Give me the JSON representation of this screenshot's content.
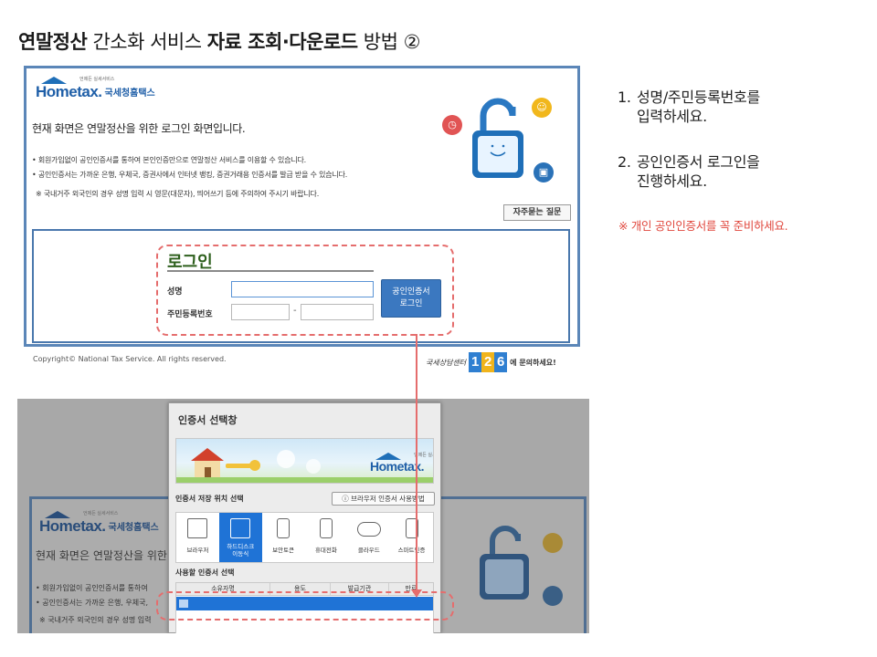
{
  "slide": {
    "title_bold_1": "연말정산",
    "title_normal_1": " 간소화 서비스 ",
    "title_bold_2": "자료 조회·다운로드",
    "title_normal_2": " 방법 ②"
  },
  "steps": [
    {
      "num": "1.",
      "line1": "성명/주민등록번호를",
      "line2": "입력하세요."
    },
    {
      "num": "2.",
      "line1": "공인인증서 로그인을",
      "line2": "진행하세요."
    }
  ],
  "note": "※ 개인 공인인증서를 꼭 준비하세요.",
  "hometax": {
    "slogan": "언제든 실세서비스",
    "brand": "Hometax.",
    "brand_ko": "국세청홈택스",
    "heading": "현재 화면은 연말정산을 위한 로그인 화면입니다.",
    "bullets": [
      "• 회원가입없이 공인인증서를 통하여 본인인증만으로 연말정산 서비스를 이용할 수 있습니다.",
      "• 공인인증서는 가까운 은행, 우체국, 증권사에서 인터넷 뱅킹, 증권거래용 인증서를 발급 받을 수 있습니다.",
      "※ 국내거주 외국인의 경우 성명 입력 시 영문(대문자), 띄어쓰기 등에 주의하여 주시기 바랍니다."
    ],
    "faq_button": "자주묻는 질문",
    "login_title": "로그인",
    "name_label": "성명",
    "rrn_label": "주민등록번호",
    "rrn_separator": "-",
    "cert_login_line1": "공인인증서",
    "cert_login_line2": "로그인",
    "copyright": "Copyright© National Tax Service. All rights reserved.",
    "callcenter_prefix": "국세상담센터",
    "callcenter_digits": [
      "1",
      "2",
      "6"
    ],
    "callcenter_suffix": "에 문의하세요!"
  },
  "dimmed_page": {
    "heading": "현재 화면은 연말정산을 위한 로",
    "bullets": [
      "• 회원가입없이 공인인증서를 통하여",
      "• 공인인증서는 가까운 은행, 우체국,",
      "※ 국내거주 외국인의 경우 성명 입력"
    ]
  },
  "cert_dialog": {
    "title": "인증서 선택창",
    "storage_label": "인증서 저장 위치 선택",
    "guide_button": "브라우저 인증서 사용방법",
    "storage_items": [
      {
        "label": "브라우저",
        "icon": "browser-icon"
      },
      {
        "label": "하드디스크\n이동식",
        "icon": "harddisk-icon",
        "active": true
      },
      {
        "label": "보안토큰",
        "icon": "security-token-icon"
      },
      {
        "label": "휴대전화",
        "icon": "mobile-phone-icon"
      },
      {
        "label": "클라우드",
        "icon": "cloud-icon"
      },
      {
        "label": "스마트인증",
        "icon": "smart-auth-icon"
      }
    ],
    "cert_list_label": "사용할 인증서 선택",
    "columns": [
      "소유자명",
      "용도",
      "발급기관",
      "만료"
    ]
  },
  "colors": {
    "accent_red": "#e56d6d",
    "note_red": "#e0473d",
    "hometax_blue": "#1f5fa8",
    "select_blue": "#1f73d6"
  }
}
